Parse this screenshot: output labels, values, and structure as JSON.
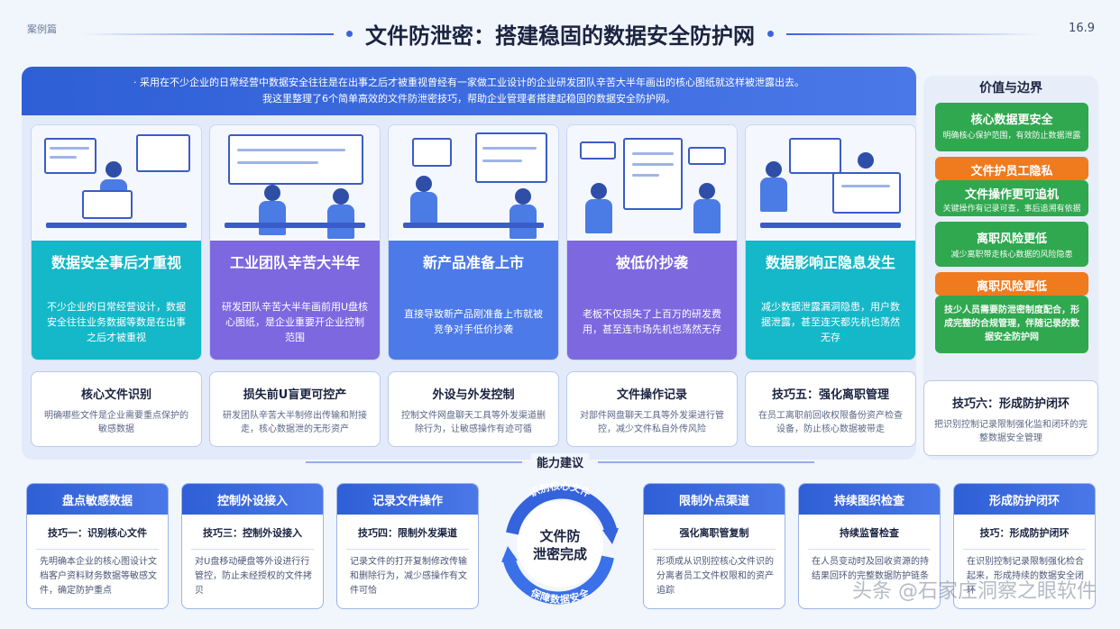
{
  "header": {
    "top_left": "案例篇",
    "title": "文件防泄密：搭建稳固的数据安全防护网",
    "page_number": "16.9"
  },
  "intro": {
    "line1": "· 采用在不少企业的日常经营中数据安全往往是在出事之后才被重视曾经有一家做工业设计的企业研发团队辛苦大半年画出的核心图纸就这样被泄露出去。",
    "line2": "我这里整理了6个简单高效的文件防泄密技巧，帮助企业管理者搭建起稳固的数据安全防护网。"
  },
  "cards": [
    {
      "title": "数据安全事后才重视",
      "desc": "不少企业的日常经营设计，数据安全往往业务数据等数是在出事之后才被重视",
      "color": "#14b8c8"
    },
    {
      "title": "工业团队辛苦大半年",
      "desc": "研发团队辛苦大半年画前用U盘核心图纸，是企业重要开企业控制范围",
      "color": "#7d68e0"
    },
    {
      "title": "新产品准备上市",
      "desc": "直接导致新产品刚准备上市就被竞争对手低价抄袭",
      "color": "#4c7ae8"
    },
    {
      "title": "被低价抄袭",
      "desc": "老板不仅损失了上百万的研发费用，甚至连市场先机也荡然无存",
      "color": "#7d68e0"
    },
    {
      "title": "数据影响正隐息发生",
      "desc": "减少数据泄露漏洞隐患，用户数据泄露，甚至连天都先机也荡然无存",
      "color": "#14b8c8"
    }
  ],
  "tips": [
    {
      "title": "核心文件识别",
      "desc": "明确哪些文件是企业需要重点保护的敏感数据"
    },
    {
      "title": "损失前U盲更可控产",
      "desc": "研发团队辛苦大半制修出传输和附接走，核心数据泄的无形资产"
    },
    {
      "title": "外设与外发控制",
      "desc": "控制文件网盘聊天工具等外发渠道删除行为，让敏感操作有迹可循"
    },
    {
      "title": "文件操作记录",
      "desc": "对部件网盘聊天工具等外发渠进行管控，减少文件私自外传风险"
    },
    {
      "title": "技巧五：强化离职管理",
      "desc": "在员工离职前回收权限备份资产检查设备，防止核心数据被带走"
    },
    {
      "title": "技巧六：形成防护闭环",
      "desc": "把识别控制记录限制强化监和闭环的完整数据安全管理"
    }
  ],
  "side": {
    "title": "价值与边界",
    "items": [
      {
        "title": "核心数据更安全",
        "desc": "明确核心保护范围，有效防止数据泄露",
        "color": "#2fa84f"
      },
      {
        "title": "文件护员工隐私",
        "desc": "",
        "color": "#f07a1e"
      },
      {
        "title": "文件操作更可追机",
        "desc": "关键操作有记录可查，事后追溯有依据",
        "color": "#2fa84f"
      },
      {
        "title": "离职风险更低",
        "desc": "减少离职带走核心数据的风险隐患",
        "color": "#2fa84f"
      },
      {
        "title": "离职风险更低",
        "desc": "",
        "color": "#f07a1e"
      },
      {
        "title": "",
        "desc": "技少人员需要防泄密制度配合，形成完整的合规管理，伴随记录的数据安全防护网",
        "color": "#2fa84f"
      }
    ]
  },
  "ability": {
    "label": "能力建议"
  },
  "bottom": [
    {
      "header": "盘点敏感数据",
      "sub": "技巧一：识别核心文件",
      "desc": "先明确本企业的核心图设计文档客户资料财务数据等敏感文件，确定防护重点"
    },
    {
      "header": "控制外设接入",
      "sub": "技巧三：控制外设接入",
      "desc": "对U盘移动硬盘等外设进行行管控，防止未经授权的文件拷贝"
    },
    {
      "header": "记录文件操作",
      "sub": "技巧四：限制外发渠道",
      "desc": "记录文件的打开复制修改传输和删除行为，减少感操作有文件可恰"
    },
    {
      "header": "限制外点渠道",
      "sub": "强化离职管复制",
      "desc": "形项成从识别控核心文件识的分离者员工文件权限和的资产追踪"
    },
    {
      "header": "持续图织检查",
      "sub": "持续监督检查",
      "desc": "在人员变动时及回收资源的持结果回环的完整数据防护链条"
    },
    {
      "header": "形成防护闭环",
      "sub": "技巧：形成防护闭环",
      "desc": "在识别控制记录限制强化检合起来，形成持续的数据安全闭环"
    }
  ],
  "cycle": {
    "center": [
      "文件防",
      "泄密完成"
    ],
    "top_arc": "识别核心文件",
    "bottom_arc": "保障数据安全"
  },
  "watermark": "头条 @石家庄洞察之眼软件"
}
